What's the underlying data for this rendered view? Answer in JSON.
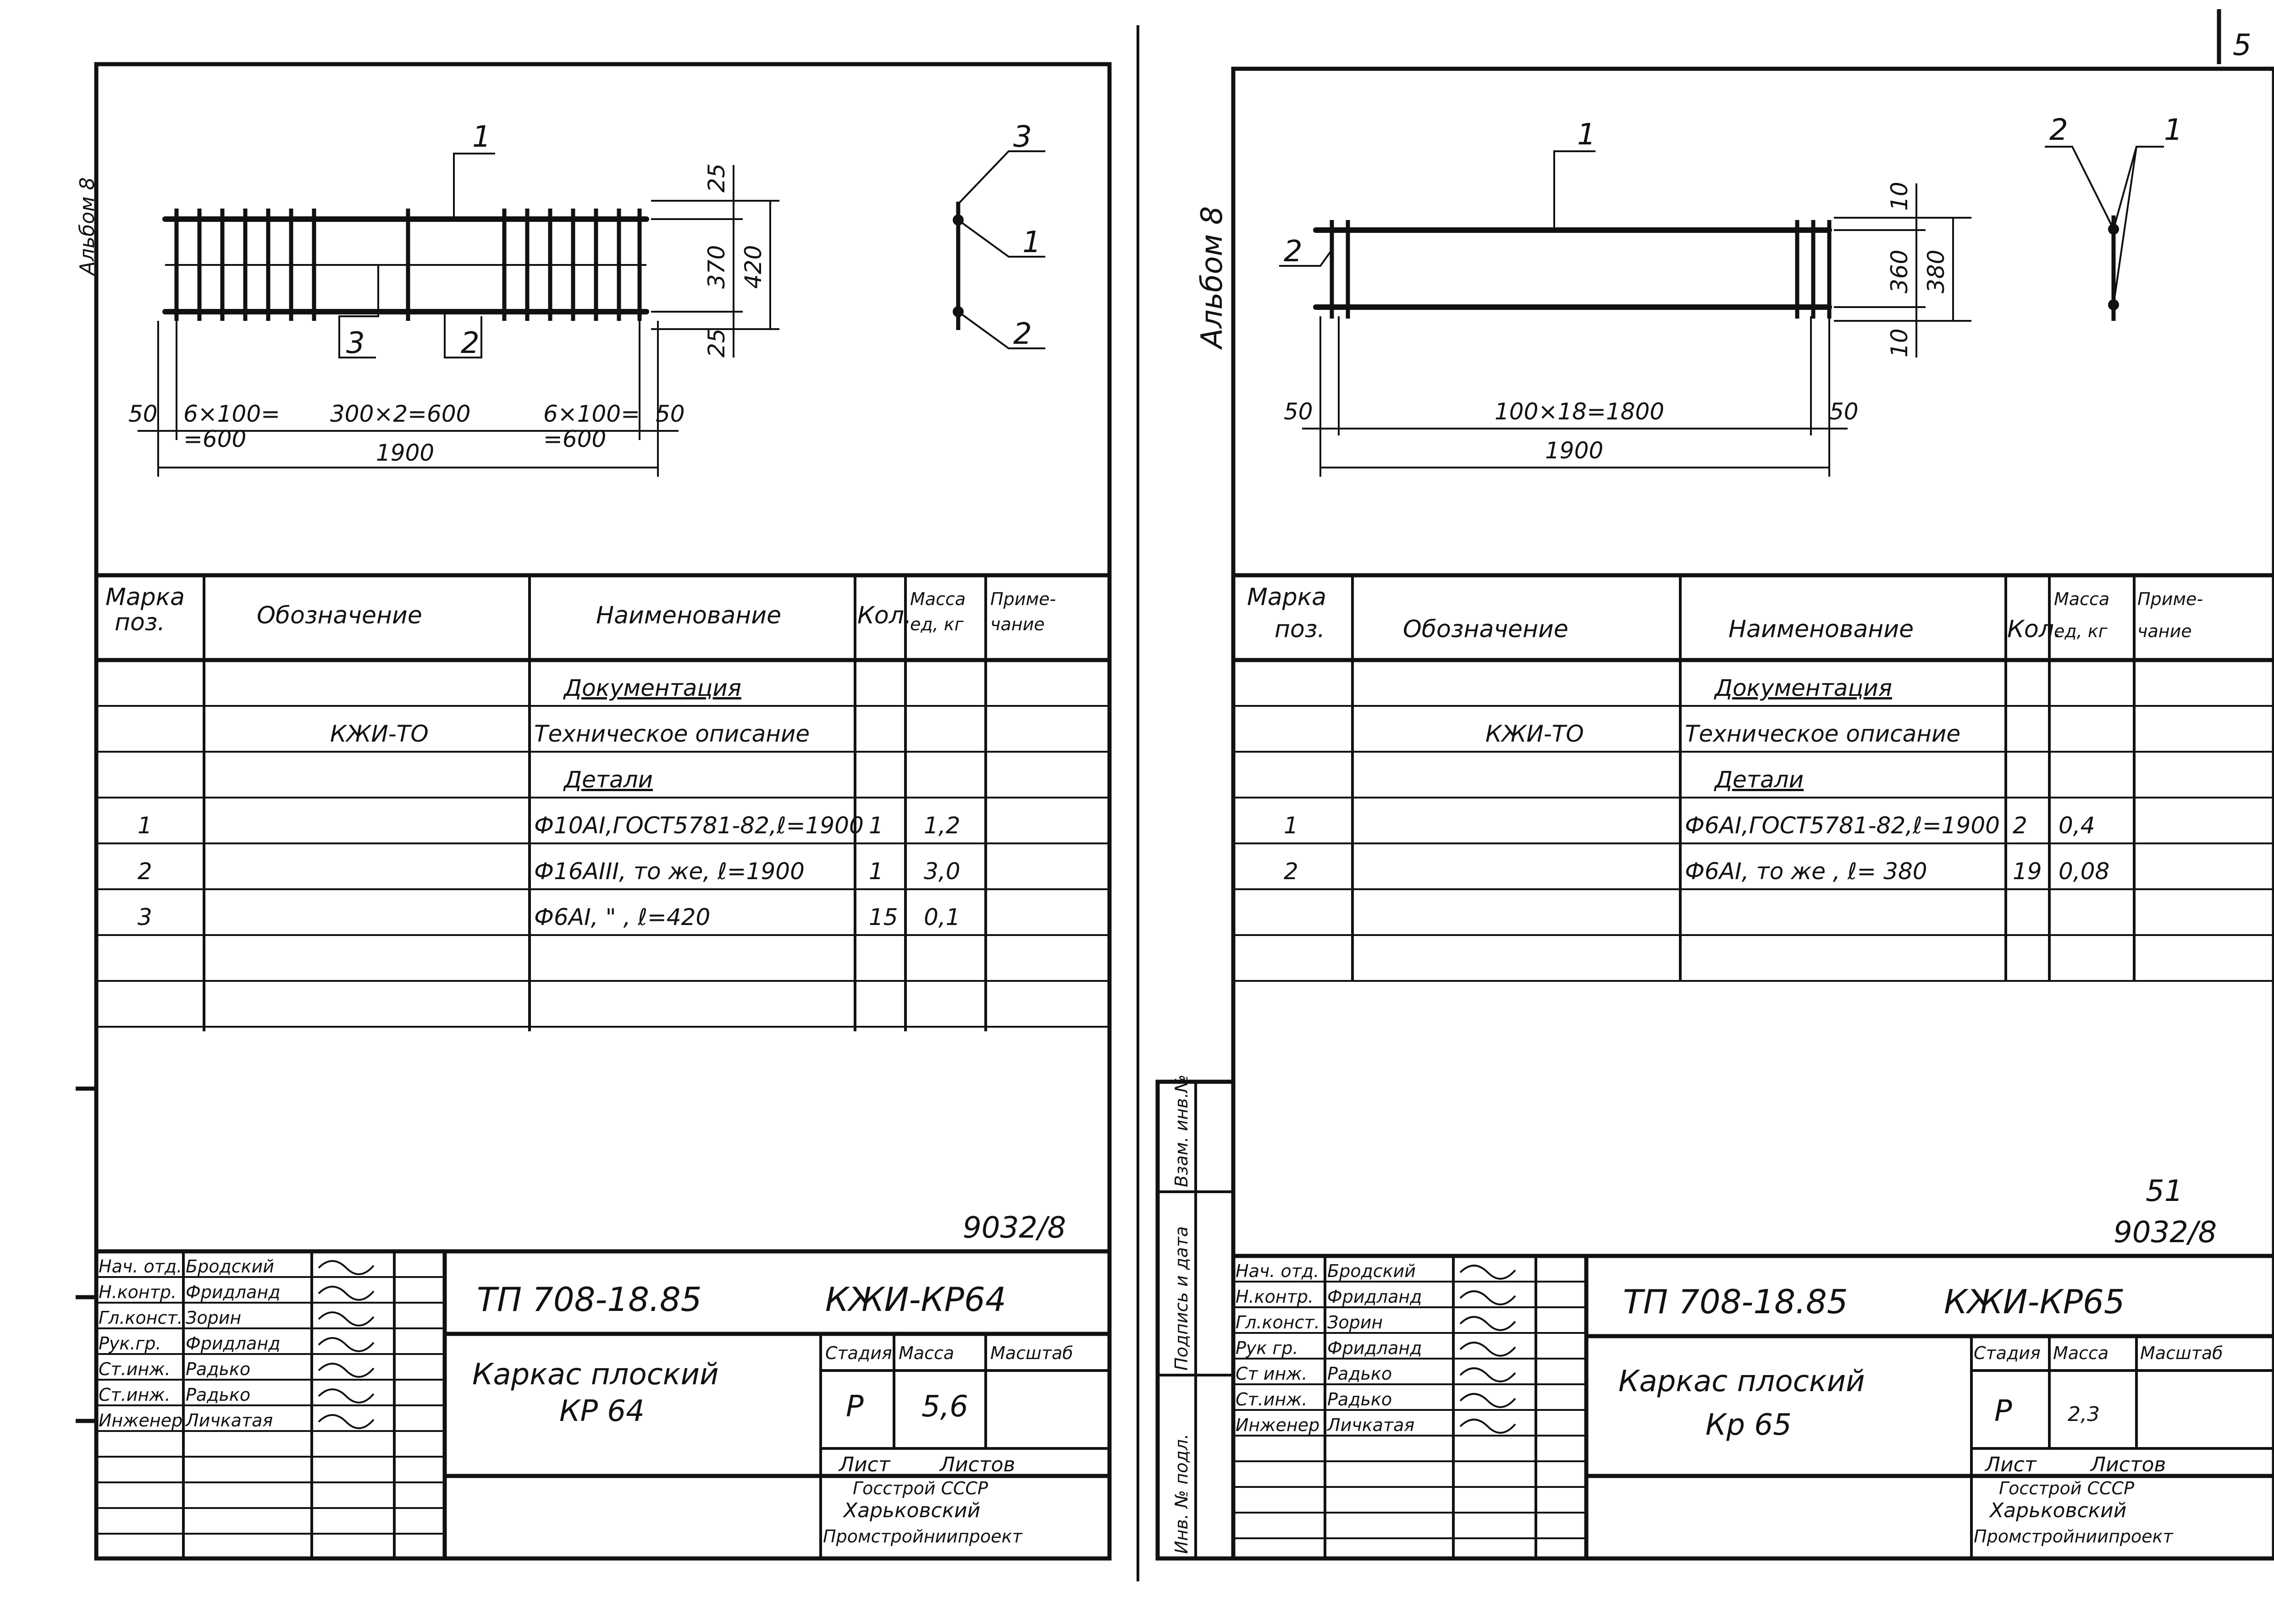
{
  "page_number": "51",
  "sheet_corner": "5",
  "left": {
    "side_label": "Альбом 8",
    "drawing": {
      "callouts": [
        "1",
        "3",
        "2"
      ],
      "dims_right": [
        "25",
        "370",
        "420",
        "25"
      ],
      "dims_bottom": [
        "50",
        "6×100=",
        "=600",
        "300×2=600",
        "6×100=",
        "=600",
        "50",
        "1900"
      ],
      "section_callouts": [
        "3",
        "1",
        "2"
      ]
    },
    "spec": {
      "headers": {
        "mark": "Марка поз.",
        "designation": "Обозначение",
        "name": "Наименование",
        "qty": "Кол.",
        "mass": "Масса ед, кг",
        "note": "Приме-чание"
      },
      "rows": [
        {
          "mark": "",
          "designation": "",
          "name": "Документация",
          "qty": "",
          "mass": "",
          "note": ""
        },
        {
          "mark": "",
          "designation": "КЖИ-ТО",
          "name": "Техническое описание",
          "qty": "",
          "mass": "",
          "note": ""
        },
        {
          "mark": "",
          "designation": "",
          "name": "Детали",
          "qty": "",
          "mass": "",
          "note": ""
        },
        {
          "mark": "1",
          "designation": "",
          "name": "Ф10АI,ГОСТ5781-82,ℓ=1900",
          "qty": "1",
          "mass": "1,2",
          "note": ""
        },
        {
          "mark": "2",
          "designation": "",
          "name": "Ф16АIII, то же, ℓ=1900",
          "qty": "1",
          "mass": "3,0",
          "note": ""
        },
        {
          "mark": "3",
          "designation": "",
          "name": "Ф6АI,      \"    , ℓ=420",
          "qty": "15",
          "mass": "0,1",
          "note": ""
        }
      ]
    },
    "ref_number": "9032/8",
    "title_block": {
      "roles": [
        "Нач. отд.",
        "Н.контр.",
        "Гл.конст.",
        "Рук.гр.",
        "Ст.инж.",
        "Ст.инж.",
        "Инженер"
      ],
      "names": [
        "Бродский",
        "Фридланд",
        "Зорин",
        "Фридланд",
        "Радько",
        "Радько",
        "Личкатая"
      ],
      "project": "ТП 708-18.85",
      "code": "КЖИ-КР64",
      "title_line1": "Каркас плоский",
      "title_line2": "КР 64",
      "col_stage": "Стадия",
      "col_mass": "Масса",
      "col_scale": "Масштаб",
      "stage": "Р",
      "mass": "5,6",
      "sheet": "Лист",
      "sheets": "Листов",
      "org1": "Госстрой СССР",
      "org2": "Харьковский",
      "org3": "Промстройниипроект"
    }
  },
  "right": {
    "side_label": "Альбом 8",
    "drawing": {
      "callouts": [
        "1",
        "2"
      ],
      "dims_right": [
        "10",
        "360",
        "380",
        "10"
      ],
      "dims_bottom": [
        "50",
        "100×18=1800",
        "50",
        "1900"
      ],
      "section_callouts": [
        "2",
        "1"
      ]
    },
    "spec": {
      "headers": {
        "mark": "Марка поз.",
        "designation": "Обозначение",
        "name": "Наименование",
        "qty": "Кол.",
        "mass": "Масса ед, кг",
        "note": "Приме-чание"
      },
      "rows": [
        {
          "mark": "",
          "designation": "",
          "name": "Документация",
          "qty": "",
          "mass": "",
          "note": ""
        },
        {
          "mark": "",
          "designation": "КЖИ-ТО",
          "name": "Техническое описание",
          "qty": "",
          "mass": "",
          "note": ""
        },
        {
          "mark": "",
          "designation": "",
          "name": "Детали",
          "qty": "",
          "mass": "",
          "note": ""
        },
        {
          "mark": "1",
          "designation": "",
          "name": "Ф6АI,ГОСТ5781-82,ℓ=1900",
          "qty": "2",
          "mass": "0,4",
          "note": ""
        },
        {
          "mark": "2",
          "designation": "",
          "name": "Ф6АI, то же , ℓ= 380",
          "qty": "19",
          "mass": "0,08",
          "note": ""
        }
      ]
    },
    "ref_number": "9032/8",
    "margin_labels": [
      "Взам. инв.№",
      "Подпись и дата",
      "Инв. № подл."
    ],
    "title_block": {
      "roles": [
        "Нач. отд.",
        "Н.контр.",
        "Гл.конст.",
        "Рук гр.",
        "Ст инж.",
        "Ст.инж.",
        "Инженер"
      ],
      "names": [
        "Бродский",
        "Фридланд",
        "Зорин",
        "Фридланд",
        "Радько",
        "Радько",
        "Личкатая"
      ],
      "project": "ТП 708-18.85",
      "code": "КЖИ-КР65",
      "title_line1": "Каркас плоский",
      "title_line2": "Кр 65",
      "col_stage": "Стадия",
      "col_mass": "Масса",
      "col_scale": "Масштаб",
      "stage": "Р",
      "mass": "2,3",
      "sheet": "Лист",
      "sheets": "Листов",
      "org1": "Госстрой СССР",
      "org2": "Харьковский",
      "org3": "Промстройниипроект"
    }
  }
}
